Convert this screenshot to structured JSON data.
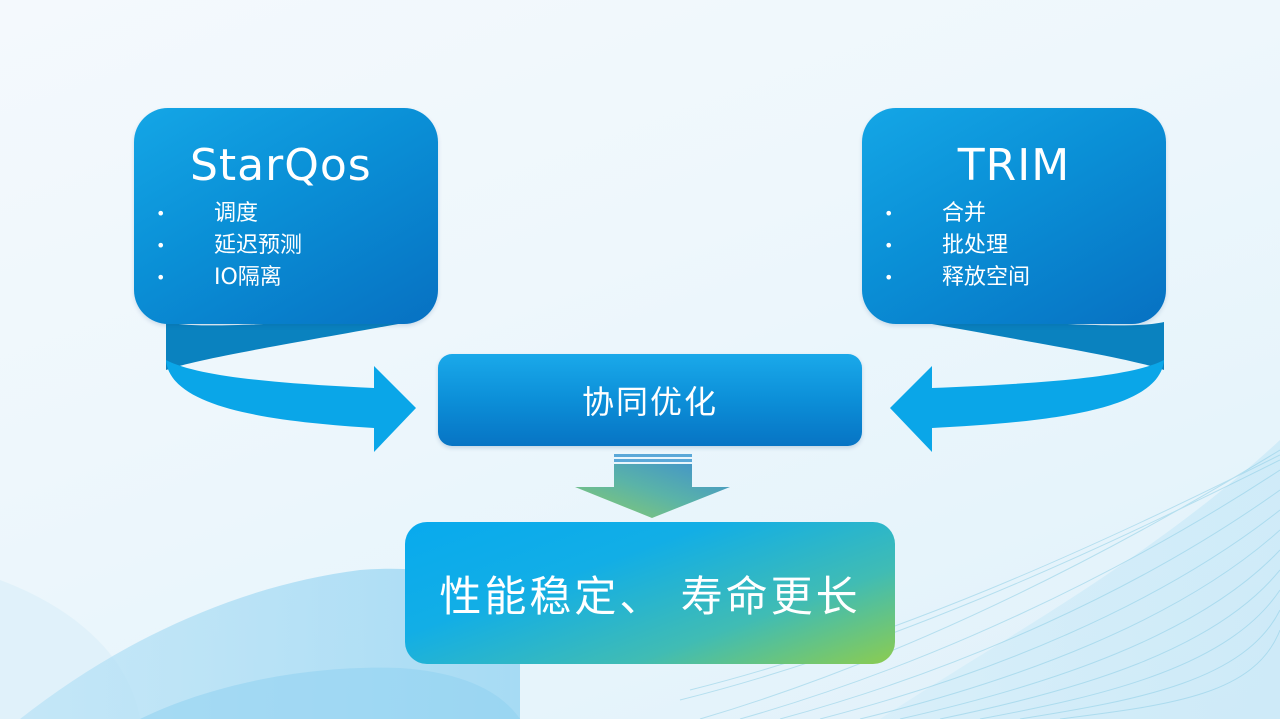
{
  "diagram": {
    "left_box": {
      "title": "StarQos",
      "items": [
        "调度",
        "延迟预测",
        "IO隔离"
      ],
      "bullet": "•"
    },
    "right_box": {
      "title": "TRIM",
      "items": [
        "合并",
        "批处理",
        "释放空间"
      ],
      "bullet": "•"
    },
    "center_box": {
      "label": "协同优化"
    },
    "result_box": {
      "label": "性能稳定、 寿命更长"
    },
    "arrows": {
      "left_curved": "arrow-right-curved-icon",
      "right_curved": "arrow-left-curved-icon",
      "down": "arrow-down-icon"
    },
    "colors": {
      "box_blue_light": "#14a6e6",
      "box_blue_dark": "#0771c2",
      "arrow_blue": "#0aa6e8",
      "arrow_blue_shadow": "#0a82bf",
      "result_green": "#8ccc50",
      "background": "#eef7fc"
    }
  }
}
